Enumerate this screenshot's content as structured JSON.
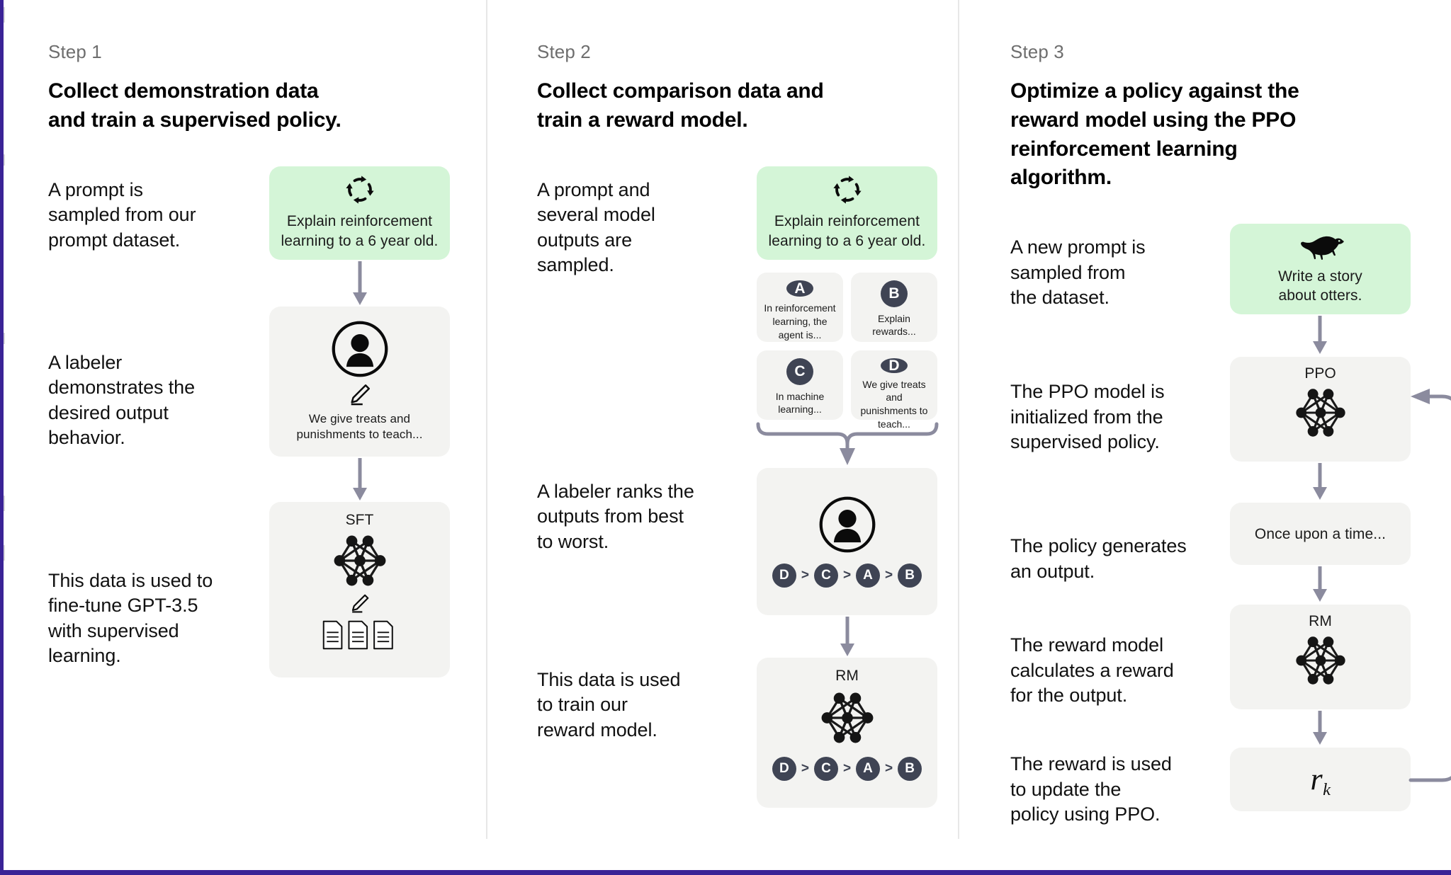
{
  "theme": {
    "accent_border": "#3a2396",
    "prompt_box_bg": "#d4f5d7",
    "node_bg": "#f3f3f1",
    "chip_bg": "#3f4454",
    "arrow_color": "#8b8b9e",
    "divider": "#e7e7e7"
  },
  "steps": [
    {
      "kicker": "Step 1",
      "title": "Collect demonstration data\nand train a supervised policy.",
      "captions": [
        "A prompt is\nsampled from our\nprompt dataset.",
        "A labeler\ndemonstrates the\ndesired output\nbehavior.",
        "This data is used to\nfine-tune GPT-3.5\nwith supervised\nlearning."
      ],
      "nodes": [
        {
          "icon": "cycle-arrows-icon",
          "text": "Explain reinforcement\nlearning to a 6 year old."
        },
        {
          "icon": "labeler-person-icon",
          "text": "We give treats and\npunishments to teach..."
        },
        {
          "title": "SFT",
          "icon": "neural-network-icon"
        }
      ]
    },
    {
      "kicker": "Step 2",
      "title": "Collect comparison data and\ntrain a reward model.",
      "captions": [
        "A prompt and\nseveral model\noutputs are\nsampled.",
        "A labeler ranks the\noutputs from best\nto worst.",
        "This data is used\nto train our\nreward model."
      ],
      "nodes": [
        {
          "icon": "cycle-arrows-icon",
          "text": "Explain reinforcement\nlearning to a 6 year old."
        },
        {
          "icon": "labeler-person-icon"
        },
        {
          "title": "RM",
          "icon": "neural-network-icon"
        }
      ],
      "options": [
        {
          "letter": "A",
          "text": "In reinforcement\nlearning, the\nagent is..."
        },
        {
          "letter": "B",
          "text": "Explain rewards..."
        },
        {
          "letter": "C",
          "text": "In machine\nlearning..."
        },
        {
          "letter": "D",
          "text": "We give treats and\npunishments to\nteach..."
        }
      ],
      "ranking": [
        "D",
        "C",
        "A",
        "B"
      ],
      "ranking_separator": ">"
    },
    {
      "kicker": "Step 3",
      "title": "Optimize a policy against the\nreward model using the PPO\nreinforcement learning algorithm.",
      "captions": [
        "A new prompt is\nsampled from\nthe dataset.",
        "The PPO model is\ninitialized from the\nsupervised policy.",
        "The policy generates\nan output.",
        "The reward model\ncalculates a reward\nfor the output.",
        "The reward is used\nto update the\npolicy using PPO."
      ],
      "nodes": [
        {
          "icon": "otter-icon",
          "text": "Write a story\nabout otters."
        },
        {
          "title": "PPO",
          "icon": "neural-network-icon"
        },
        {
          "text": "Once upon a time..."
        },
        {
          "title": "RM",
          "icon": "neural-network-icon"
        },
        {
          "reward_symbol": "r",
          "reward_subscript": "k"
        }
      ]
    }
  ]
}
